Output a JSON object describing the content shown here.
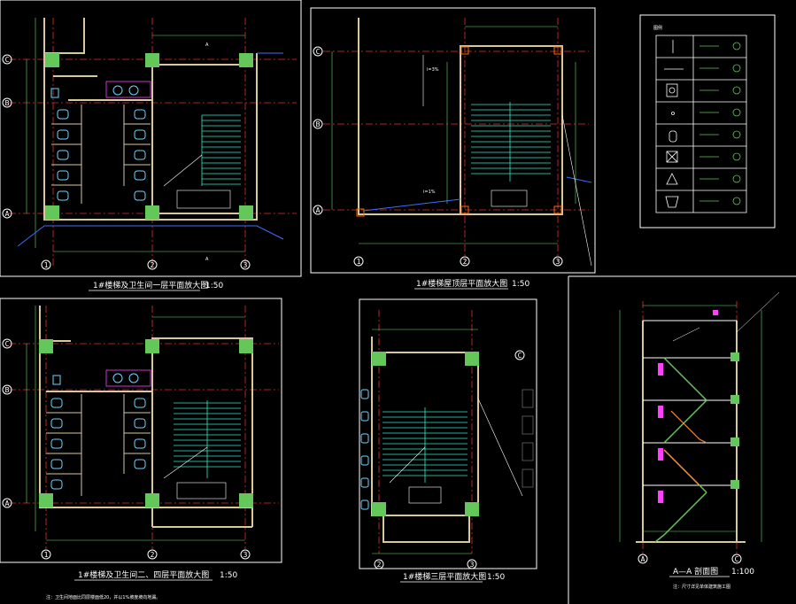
{
  "titles": {
    "plan1": "1#楼梯及卫生间一层平面放大图",
    "plan1_scale": "1:50",
    "plan_roof": "1#楼梯屋顶层平面放大图",
    "plan_roof_scale": "1:50",
    "plan2": "1#楼梯及卫生间二、四层平面放大图",
    "plan2_scale": "1:50",
    "plan3": "1#楼梯三层平面放大图",
    "plan3_scale": "1:50",
    "section": "A—A 剖面图",
    "section_scale": "1:100"
  },
  "axes": {
    "c": "C",
    "b": "B",
    "a": "A",
    "n1": "1",
    "n2": "2",
    "n3": "3"
  },
  "annotations": {
    "roof_slope_top": "i=3%",
    "roof_slope_bottom": "i=1%",
    "section_mark": "A",
    "note_bottom_left": "注：卫生间地面比同层楼面低20，并以1%坡度坡向地漏。",
    "section_note": "注：尺寸详见单体建筑施工图"
  },
  "legend": {
    "title": "图例"
  },
  "colors": {
    "background": "#000000",
    "wall": "#d9c89a",
    "column": "#63c75a",
    "dimension": "#66dd66",
    "axis_line": "#e03030",
    "fixture": "#6fd3ff",
    "stair": "#37e6c8",
    "grid_bubble": "#ffffff",
    "blue_line": "#3b6cff",
    "magenta": "#ff40ff"
  }
}
